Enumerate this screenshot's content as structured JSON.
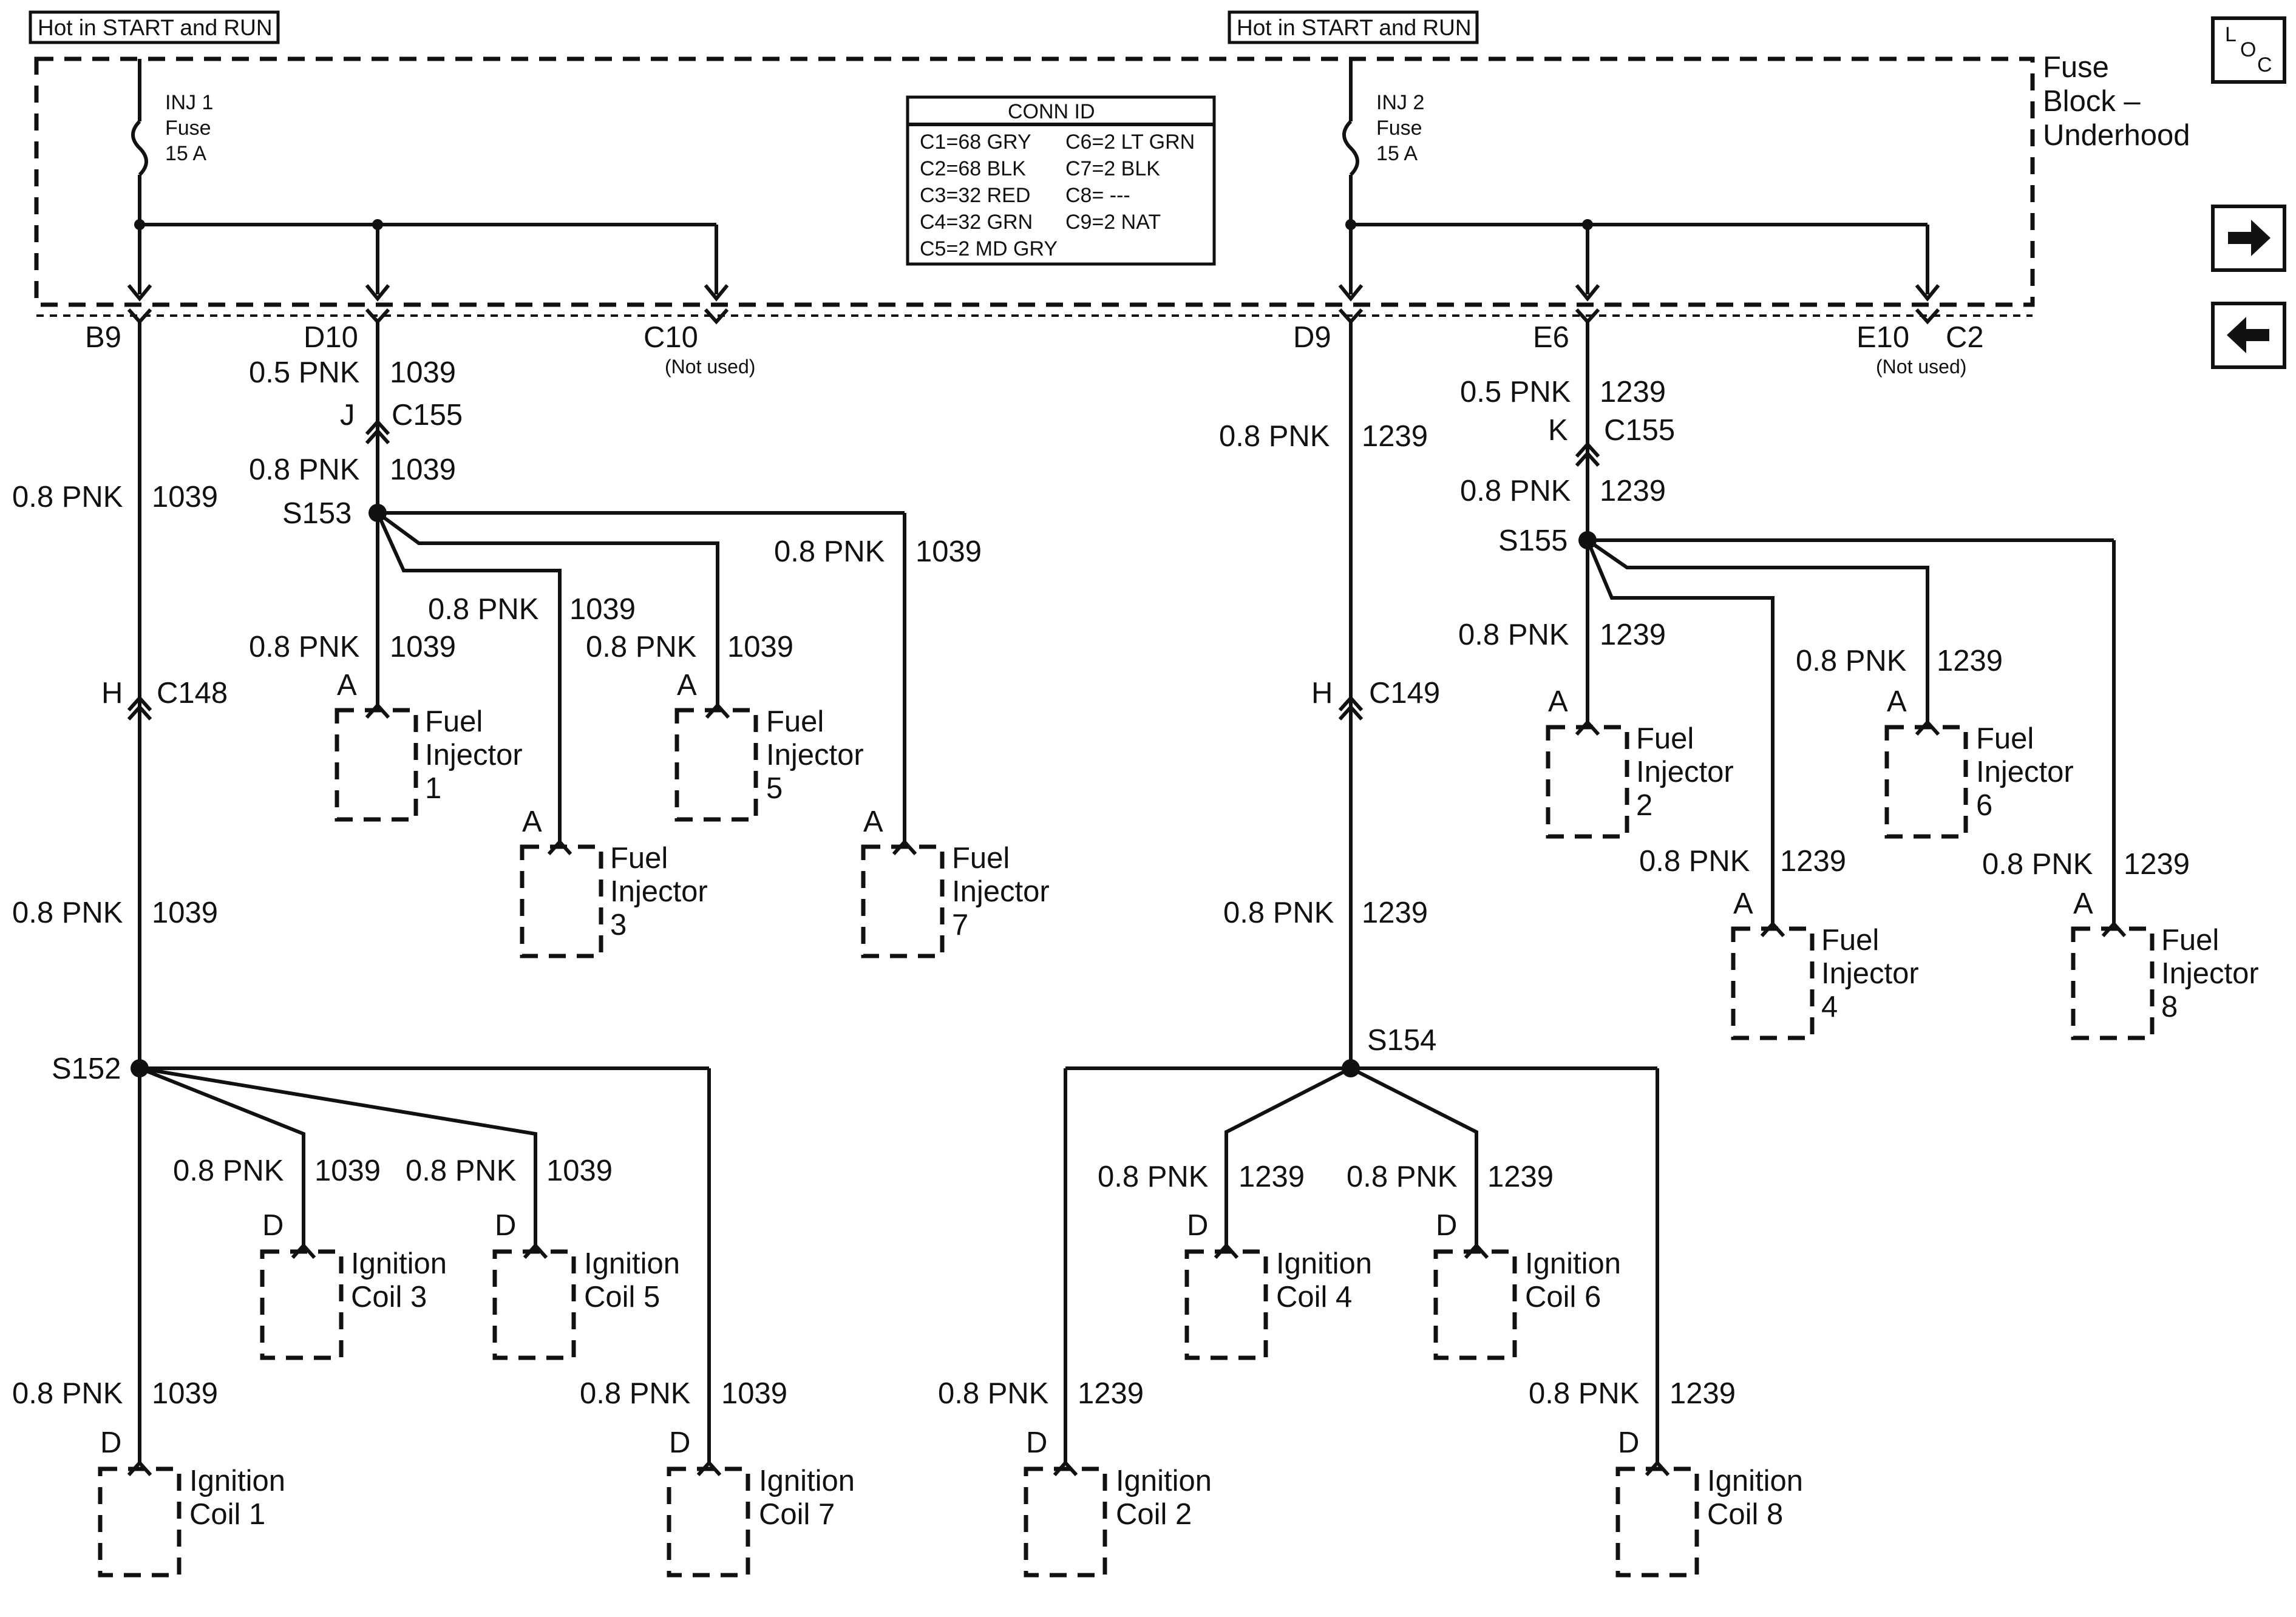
{
  "hot_labels": [
    "Hot in START and RUN",
    "Hot in START and RUN"
  ],
  "fuse_block": {
    "line1": "Fuse",
    "line2": "Block –",
    "line3": "Underhood"
  },
  "fuses": [
    {
      "name": "INJ 1",
      "word": "Fuse",
      "rating": "15 A"
    },
    {
      "name": "INJ 2",
      "word": "Fuse",
      "rating": "15 A"
    }
  ],
  "conn_id": {
    "title": "CONN ID",
    "rows": [
      [
        "C1=68 GRY",
        "C6=2 LT GRN"
      ],
      [
        "C2=68 BLK",
        "C7=2 BLK"
      ],
      [
        "C3=32 RED",
        "C8= ---"
      ],
      [
        "C4=32 GRN",
        "C9=2 NAT"
      ],
      [
        "C5=2 MD GRY",
        ""
      ]
    ]
  },
  "loc_button": {
    "l": "L",
    "o": "O",
    "c": "C"
  },
  "terminals": {
    "b9": "B9",
    "d10": "D10",
    "c10": "C10",
    "d9": "D9",
    "e6": "E6",
    "e10": "E10",
    "c2": "C2",
    "not_used": "(Not used)"
  },
  "connectors": {
    "j": "J",
    "k": "K",
    "c155": "C155",
    "h": "H",
    "c148": "C148",
    "c149": "C149"
  },
  "splices": {
    "s153": "S153",
    "s155": "S155",
    "s152": "S152",
    "s154": "S154"
  },
  "wires": {
    "pnk05": "0.5 PNK",
    "pnk08": "0.8 PNK",
    "c1039": "1039",
    "c1239": "1239"
  },
  "pins": {
    "a": "A",
    "d": "D"
  },
  "component_words": {
    "fuel": "Fuel",
    "injector": "Injector",
    "ignition": "Ignition",
    "coil": "Coil"
  },
  "injectors": [
    {
      "num": "1"
    },
    {
      "num": "5"
    },
    {
      "num": "3"
    },
    {
      "num": "7"
    },
    {
      "num": "2"
    },
    {
      "num": "6"
    },
    {
      "num": "4"
    },
    {
      "num": "8"
    }
  ],
  "coils": [
    {
      "label": "Coil 3"
    },
    {
      "label": "Coil 5"
    },
    {
      "label": "Coil 1"
    },
    {
      "label": "Coil 7"
    },
    {
      "label": "Coil 4"
    },
    {
      "label": "Coil 6"
    },
    {
      "label": "Coil 2"
    },
    {
      "label": "Coil 8"
    }
  ]
}
